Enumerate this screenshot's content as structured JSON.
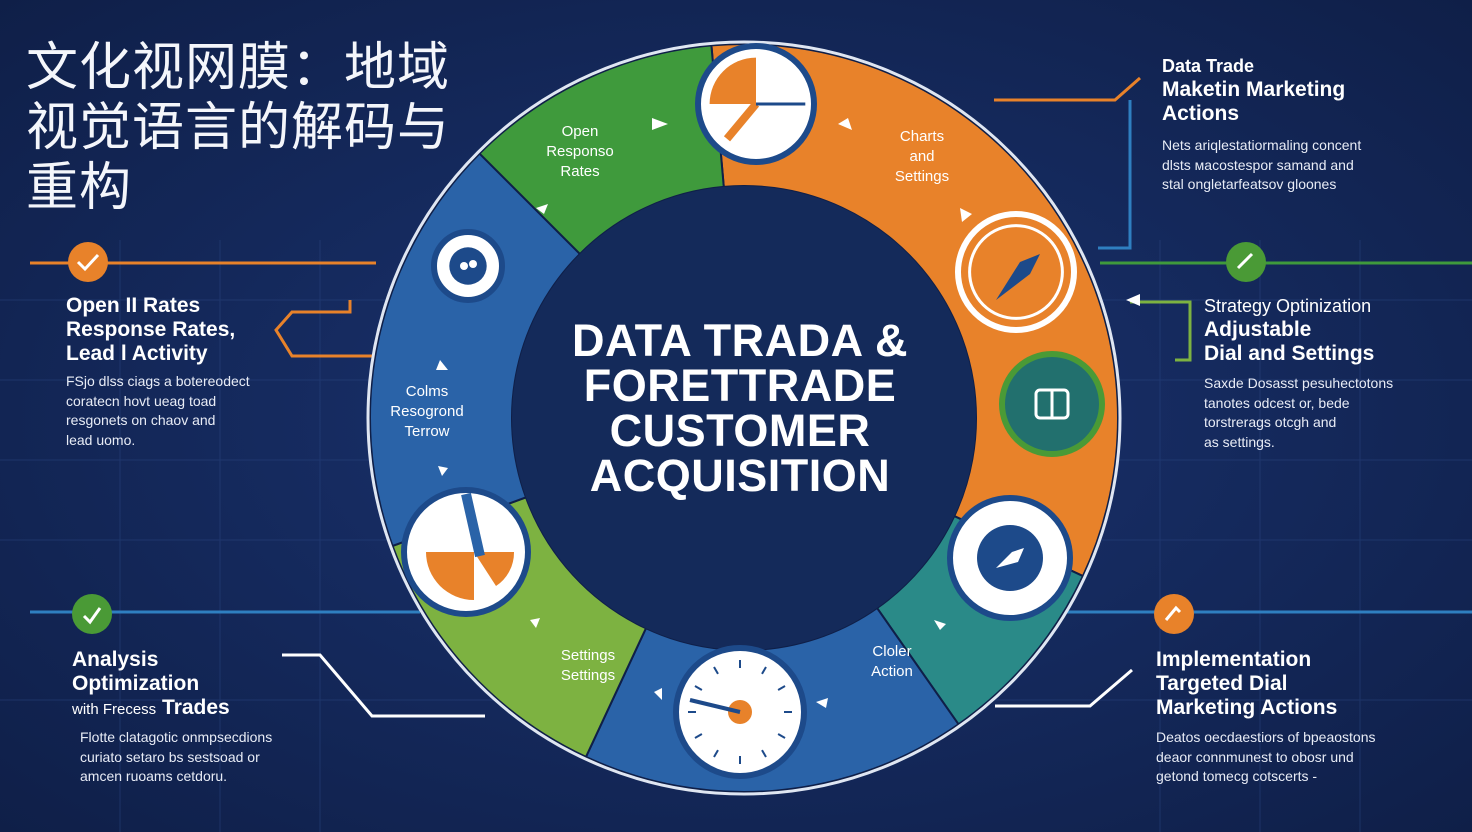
{
  "title": {
    "lines": [
      "文化视网膜：地域",
      "视觉语言的解码与",
      "重构"
    ]
  },
  "center": {
    "lines": [
      "DATA TRADA &",
      "FORETTRADE",
      "CUSTOMER",
      "ACQUISITION"
    ]
  },
  "ring_labels": {
    "top_left": [
      "Open",
      "Responso",
      "Rates"
    ],
    "top_right": [
      "Charts",
      "and",
      "Settings"
    ],
    "left": [
      "Colms",
      "Resogrond",
      "Terrow"
    ],
    "bottom_left": [
      "Settings",
      "Settings"
    ],
    "bottom_right": [
      "Cloler",
      "Action"
    ]
  },
  "panels": {
    "top_right": {
      "heading": [
        "Data Trade",
        "Maketin Marketing",
        "Actions"
      ],
      "body": [
        "Nets ariqlestatiormaling concent",
        "dlsts мacostespor samand and",
        "stal ongletarfeatsov gloones"
      ]
    },
    "left_top": {
      "heading": [
        "Open II Rates",
        "Response Rates,",
        "Lead l Activity"
      ],
      "body": [
        "FSjo dlss ciags a botereodect",
        "coratecn hovt ueag toad",
        "resgonets on chaov and",
        "lead uomo."
      ]
    },
    "right_mid": {
      "heading": [
        "Strategy Optinization",
        "Adjustable",
        "Dial and Settings"
      ],
      "body": [
        "Saxde Dosasst pesuhectotons",
        "tanotes odcest or, bede",
        "torstrerags otcgh and",
        "as settings."
      ]
    },
    "left_bottom": {
      "heading": [
        "Analysis",
        "Optimization"
      ],
      "heading_small": "with Frecess",
      "heading_big": "Trades",
      "body": [
        "Flotte clatagotic onmpsecdions",
        "curiato setaro bs sestsoad or",
        "amcen ruoams cetdoru."
      ]
    },
    "right_bottom": {
      "heading": [
        "Implementation",
        "Targeted Dial",
        "Marketing Actions"
      ],
      "body": [
        "Deatos oecdaestiors of bpeaostons",
        "deaor connmunest to obosr und",
        "getond tomecg cotscerts -"
      ]
    }
  },
  "colors": {
    "background": "#142550",
    "orange": "#e8822a",
    "green": "#3f9a3c",
    "lime": "#7db241",
    "blue": "#2a63a8",
    "teal": "#2a8a88",
    "line_blue": "#2f7fc0"
  },
  "icons": {
    "badge_top_left": "check-icon",
    "badge_right": "check-icon",
    "badge_bottom_left": "check-icon",
    "badge_bottom_right": "hand-icon",
    "ring_top": "pie-chart-icon",
    "ring_left": "user-icon",
    "ring_right": "plane-icon",
    "ring_right_mid": "book-icon",
    "ring_bottom_right": "arrow-icon",
    "ring_bottom_left": "fan-chart-icon",
    "ring_bottom": "dial-icon"
  }
}
